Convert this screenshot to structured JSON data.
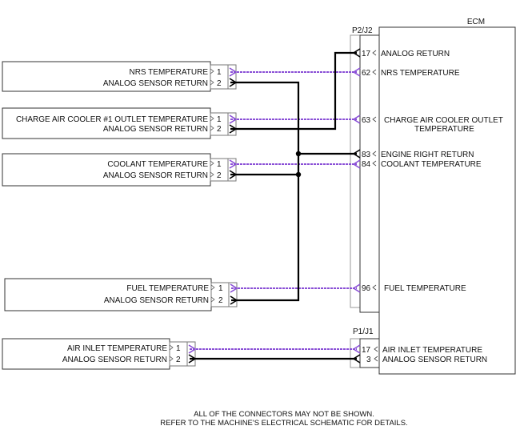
{
  "title": "Temperature Sensor Circuits to ECM",
  "colors": {
    "signal_wire": "#8a4fd6",
    "return_wire": "#000000",
    "box_stroke": "#333333",
    "connector_stroke": "#777777"
  },
  "ecm": {
    "label": "ECM"
  },
  "ecm_connectors": [
    {
      "id": "p2j2",
      "label": "P2/J2",
      "pins": [
        {
          "pin": "17",
          "label": "ANALOG RETURN",
          "wire": "return"
        },
        {
          "pin": "62",
          "label": "NRS TEMPERATURE",
          "wire": "signal"
        },
        {
          "pin": "63",
          "label": "CHARGE AIR COOLER OUTLET",
          "label2": "TEMPERATURE",
          "wire": "signal"
        },
        {
          "pin": "83",
          "label": "ENGINE RIGHT RETURN",
          "wire": "return"
        },
        {
          "pin": "84",
          "label": "COOLANT TEMPERATURE",
          "wire": "signal"
        },
        {
          "pin": "96",
          "label": "FUEL TEMPERATURE",
          "wire": "signal"
        }
      ]
    },
    {
      "id": "p1j1",
      "label": "P1/J1",
      "pins": [
        {
          "pin": "17",
          "label": "AIR INLET TEMPERATURE",
          "wire": "signal"
        },
        {
          "pin": "3",
          "label": "ANALOG SENSOR RETURN",
          "wire": "return"
        }
      ]
    }
  ],
  "sensors": [
    {
      "name": "nrs-temperature-sensor",
      "pins": [
        {
          "pin": "1",
          "label": "NRS TEMPERATURE"
        },
        {
          "pin": "2",
          "label": "ANALOG SENSOR RETURN"
        }
      ]
    },
    {
      "name": "charge-air-cooler-sensor",
      "pins": [
        {
          "pin": "1",
          "label": "CHARGE AIR COOLER #1 OUTLET TEMPERATURE"
        },
        {
          "pin": "2",
          "label": "ANALOG SENSOR RETURN"
        }
      ]
    },
    {
      "name": "coolant-temperature-sensor",
      "pins": [
        {
          "pin": "1",
          "label": "COOLANT TEMPERATURE"
        },
        {
          "pin": "2",
          "label": "ANALOG SENSOR RETURN"
        }
      ]
    },
    {
      "name": "fuel-temperature-sensor",
      "pins": [
        {
          "pin": "1",
          "label": "FUEL TEMPERATURE"
        },
        {
          "pin": "2",
          "label": "ANALOG SENSOR RETURN"
        }
      ]
    },
    {
      "name": "air-inlet-temperature-sensor",
      "pins": [
        {
          "pin": "1",
          "label": "AIR INLET TEMPERATURE"
        },
        {
          "pin": "2",
          "label": "ANALOG SENSOR RETURN"
        }
      ]
    }
  ],
  "footnote": {
    "line1": "ALL OF THE CONNECTORS MAY NOT BE SHOWN.",
    "line2": "REFER TO THE MACHINE'S ELECTRICAL SCHEMATIC FOR DETAILS."
  }
}
